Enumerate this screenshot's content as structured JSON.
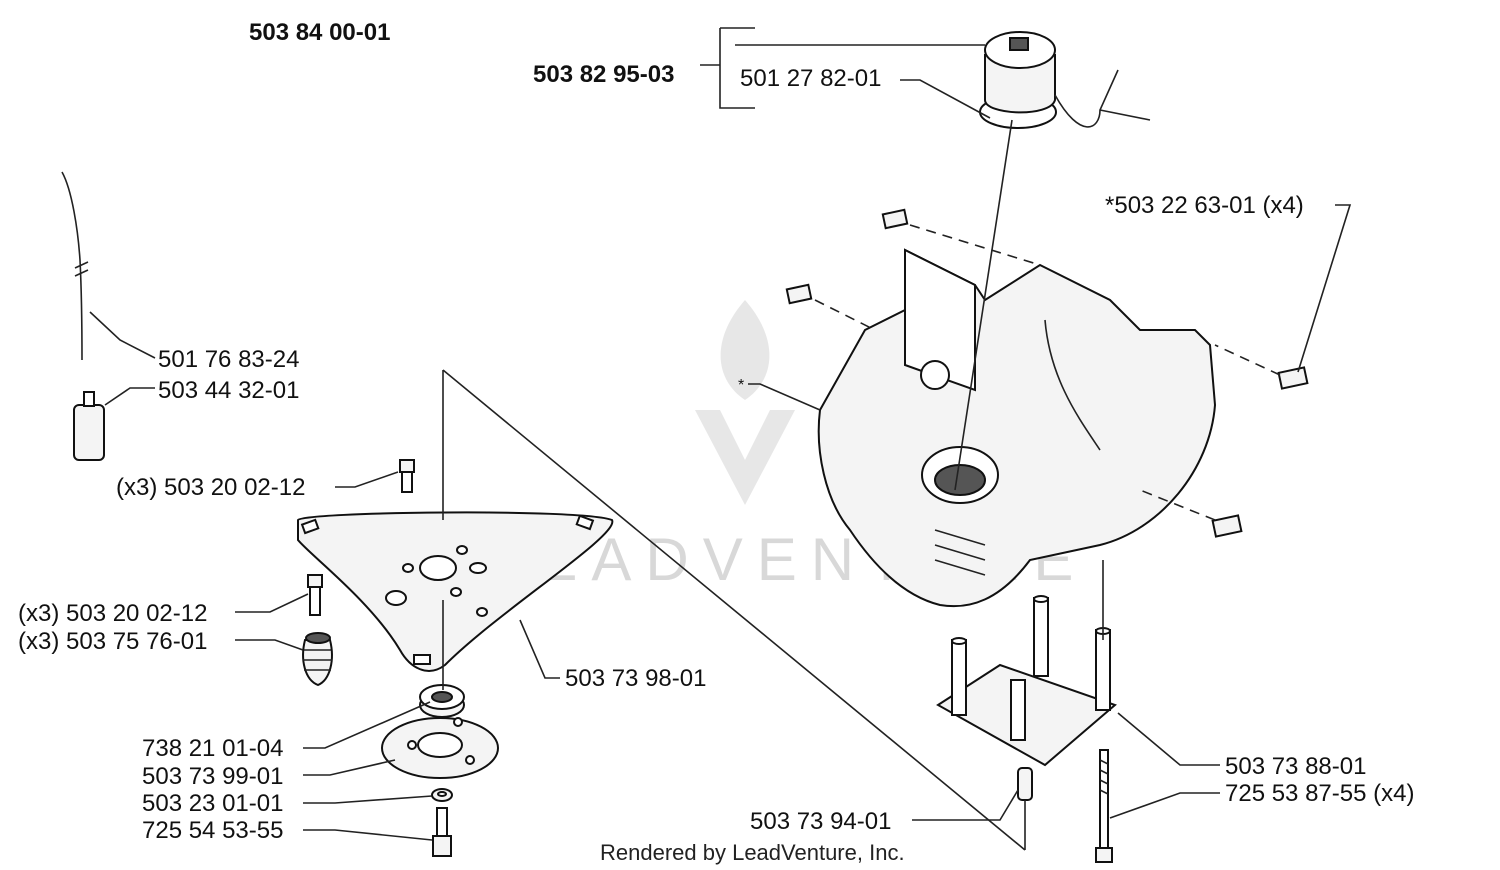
{
  "watermark": {
    "text": "LEADVENTURE"
  },
  "footer": {
    "rendered_by": "Rendered by LeadVenture, Inc."
  },
  "labels": {
    "assembly_main": "503 84 00-01",
    "cap_assembly": "503 82 95-03",
    "cap": "501 27 82-01",
    "nut": "*503 22 63-01 (x4)",
    "fuel_hose": "501 76 83-24",
    "fuel_filter": "503 44 32-01",
    "screw_top": "(x3) 503 20 02-12",
    "screw_left": "(x3) 503 20 02-12",
    "vibration_damper": "(x3) 503 75 76-01",
    "plate": "503 73 98-01",
    "bearing": "738 21 01-04",
    "washer_plate": "503 73 99-01",
    "small_washer": "503 23 01-01",
    "bottom_screw": "725 54 53-55",
    "tank_asterisk": "*",
    "bracket": "503 73 88-01",
    "long_screw": "725 53 87-55 (x4)",
    "sleeve": "503 73 94-01"
  }
}
